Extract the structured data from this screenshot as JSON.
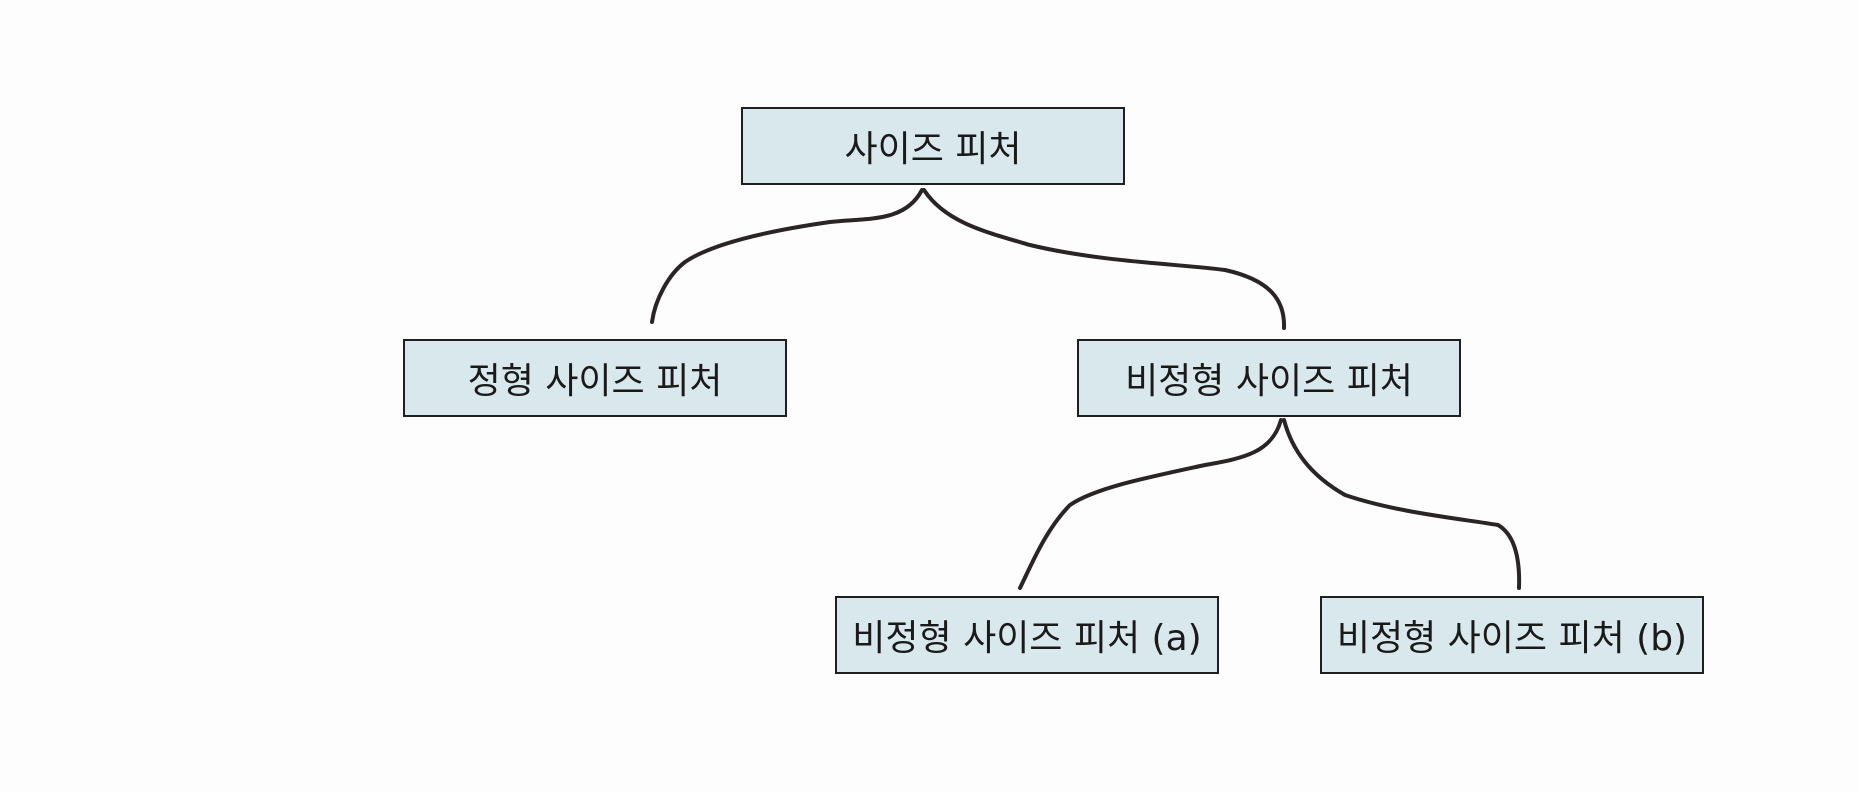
{
  "diagram": {
    "nodes": {
      "root": "사이즈 피처",
      "fixed": "정형 사이즈 피처",
      "variable": "비정형 사이즈 피처",
      "variable_a": "비정형 사이즈 피처 (a)",
      "variable_b": "비정형 사이즈 피처 (b)"
    },
    "edges": [
      [
        "root",
        "fixed"
      ],
      [
        "root",
        "variable"
      ],
      [
        "variable",
        "variable_a"
      ],
      [
        "variable",
        "variable_b"
      ]
    ],
    "colors": {
      "node_fill": "#d8e8ec",
      "node_border": "#1f1f1f",
      "connector": "#2b2424",
      "background": "#fdfdfd"
    }
  }
}
